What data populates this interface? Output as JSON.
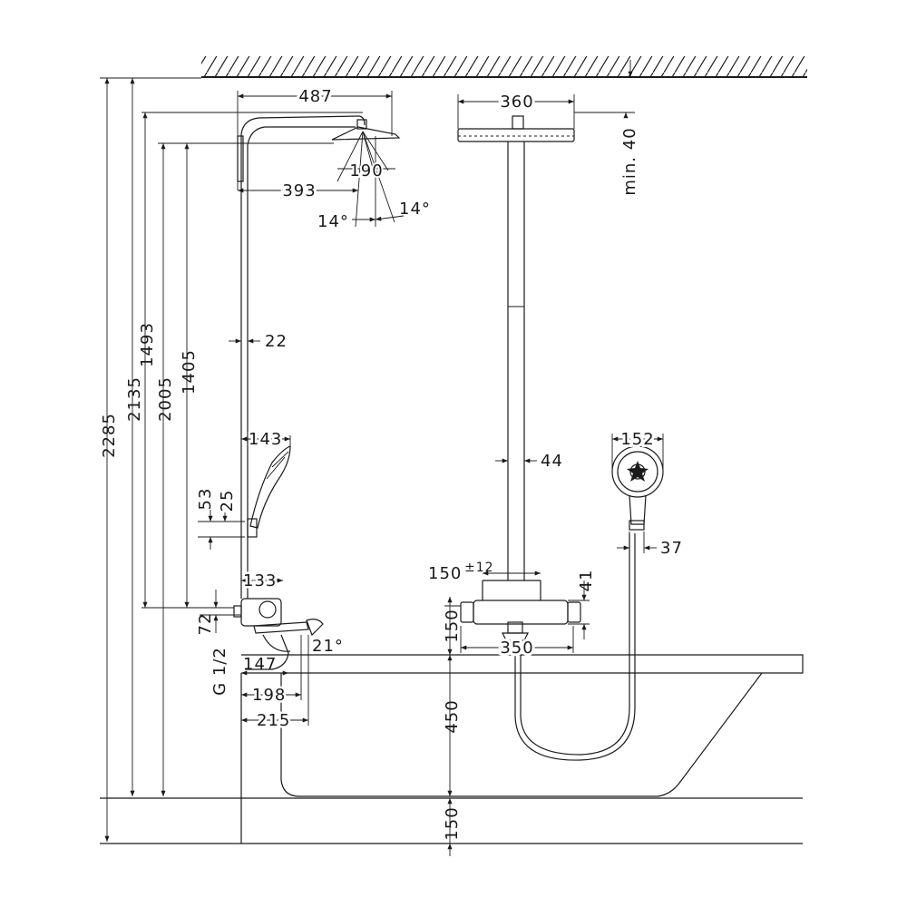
{
  "diagram": {
    "dims": {
      "total_height": "2285",
      "arm_height": "2135",
      "head_height": "2005",
      "head_above_mixer": "1405",
      "arm_above_mixer": "1493",
      "arm_projection": "487",
      "head_offset": "393",
      "head_width_side": "190",
      "tilt_left": "14°",
      "tilt_right": "14°",
      "pipe_diameter_side": "22",
      "hand_shower_projection": "143",
      "holder_53": "53",
      "holder_25": "25",
      "mixer_depth": "133",
      "mixer_72": "72",
      "inlet": "G 1/2",
      "spout_147": "147",
      "spout_198": "198",
      "spout_215": "215",
      "spout_angle": "21°",
      "head_width_front": "360",
      "min_40": "min. 40",
      "pipe_diameter_front": "44",
      "inlet_spacing": "150",
      "inlet_tolerance": "±12",
      "mixer_41": "41",
      "mixer_150": "150",
      "mixer_width": "350",
      "bath_height": "450",
      "floor_150": "150",
      "hand_head_width": "152",
      "hand_handle_37": "37"
    }
  }
}
